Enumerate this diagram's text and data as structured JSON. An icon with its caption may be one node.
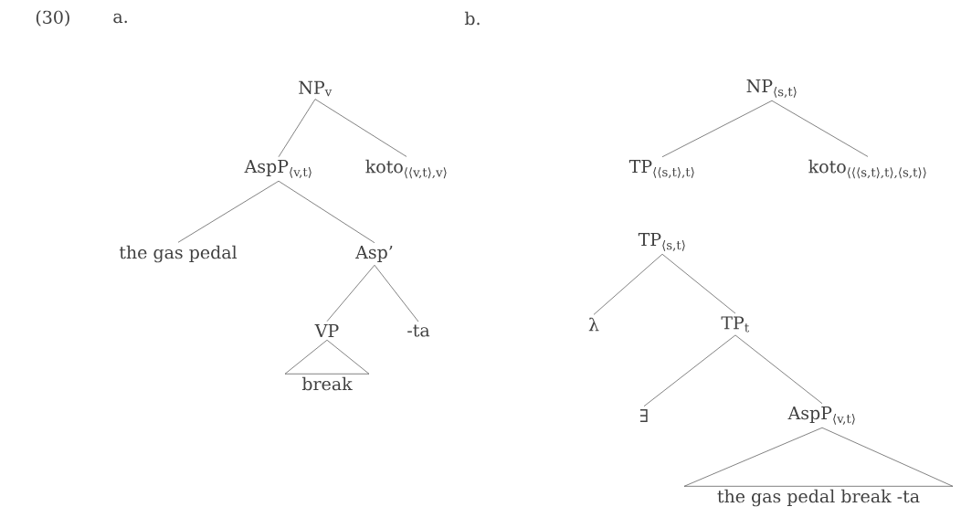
{
  "diagram": {
    "nodes": [
      {
        "text": [
          "NP$_{v}$"
        ]
      },
      {
        "text": [
          "AspP$_{⟨v,t⟩}$"
        ]
      },
      {
        "text": [
          "koto$_{⟨⟨v,t⟩,v⟩}$"
        ]
      },
      {
        "text": [
          "the gas pedal"
        ]
      },
      {
        "text": [
          "Asp’"
        ]
      },
      {
        "text": [
          "VP"
        ]
      },
      {
        "text": [
          "-ta"
        ]
      },
      {
        "text": [
          "break"
        ]
      },
      {
        "text": [
          "NP$_{⟨s,t⟩}$"
        ]
      },
      {
        "text": [
          "TP$_{⟨⟨s,t⟩,t⟩}$"
        ]
      },
      {
        "text": [
          "koto$_{⟨⟨⟨s,t⟩,t⟩,⟨s,t⟩⟩}$"
        ]
      },
      {
        "text": [
          "TP$_{⟨s,t⟩}$"
        ]
      },
      {
        "text": [
          "λ"
        ]
      },
      {
        "text": [
          "TP$_{t}$"
        ]
      },
      {
        "text": [
          "∃"
        ]
      },
      {
        "text": [
          "AspP$_{⟨v,t⟩}$"
        ]
      },
      {
        "text": [
          "the gas pedal break -ta"
        ]
      }
    ],
    "edges": [
      {
        "from": 0,
        "to": 1,
        "arrow": "none"
      },
      {
        "from": 0,
        "to": 2,
        "arrow": "none"
      },
      {
        "from": 1,
        "to": 3,
        "arrow": "none"
      },
      {
        "from": 1,
        "to": 4,
        "arrow": "none"
      },
      {
        "from": 4,
        "to": 5,
        "arrow": "none"
      },
      {
        "from": 4,
        "to": 6,
        "arrow": "none"
      },
      {
        "from": 5,
        "to": 7,
        "arrow": "none"
      },
      {
        "from": 8,
        "to": 9,
        "arrow": "none"
      },
      {
        "from": 8,
        "to": 10,
        "arrow": "none"
      },
      {
        "from": 11,
        "to": 12,
        "arrow": "none"
      },
      {
        "from": 11,
        "to": 13,
        "arrow": "none"
      },
      {
        "from": 13,
        "to": 14,
        "arrow": "none"
      },
      {
        "from": 13,
        "to": 15,
        "arrow": "none"
      },
      {
        "from": 15,
        "to": 16,
        "arrow": "none"
      }
    ],
    "labels": [
      "(30)",
      "a.",
      "b."
    ]
  }
}
